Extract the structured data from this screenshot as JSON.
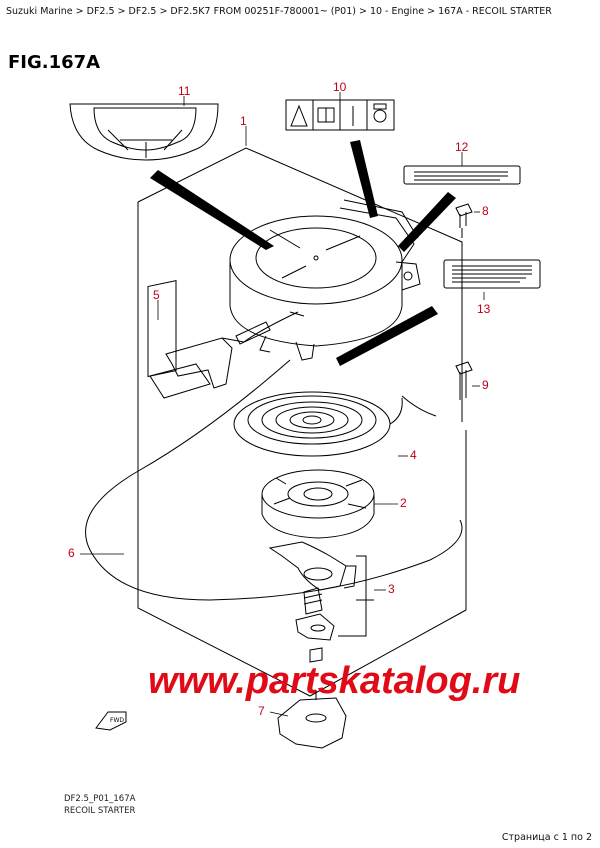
{
  "header": {
    "breadcrumb": "Suzuki Marine > DF2.5 > DF2.5 > DF2.5K7 FROM 00251F-780001~ (P01) > 10 - Engine > 167A - RECOIL STARTER"
  },
  "figure": {
    "title": "FIG.167A",
    "code": "DF2.5_P01_167A",
    "name": "RECOIL STARTER"
  },
  "callouts": {
    "c1": "1",
    "c2": "2",
    "c3": "3",
    "c4": "4",
    "c5": "5",
    "c6": "6",
    "c7": "7",
    "c8": "8",
    "c9": "9",
    "c10": "10",
    "c11": "11",
    "c12": "12",
    "c13": "13"
  },
  "watermark": "www.partskatalog.ru",
  "fwd_label": "FWD",
  "pagination": "Страница с 1 по 2",
  "colors": {
    "callout": "#c0001a",
    "watermark": "#e10b17",
    "line": "#000000"
  }
}
